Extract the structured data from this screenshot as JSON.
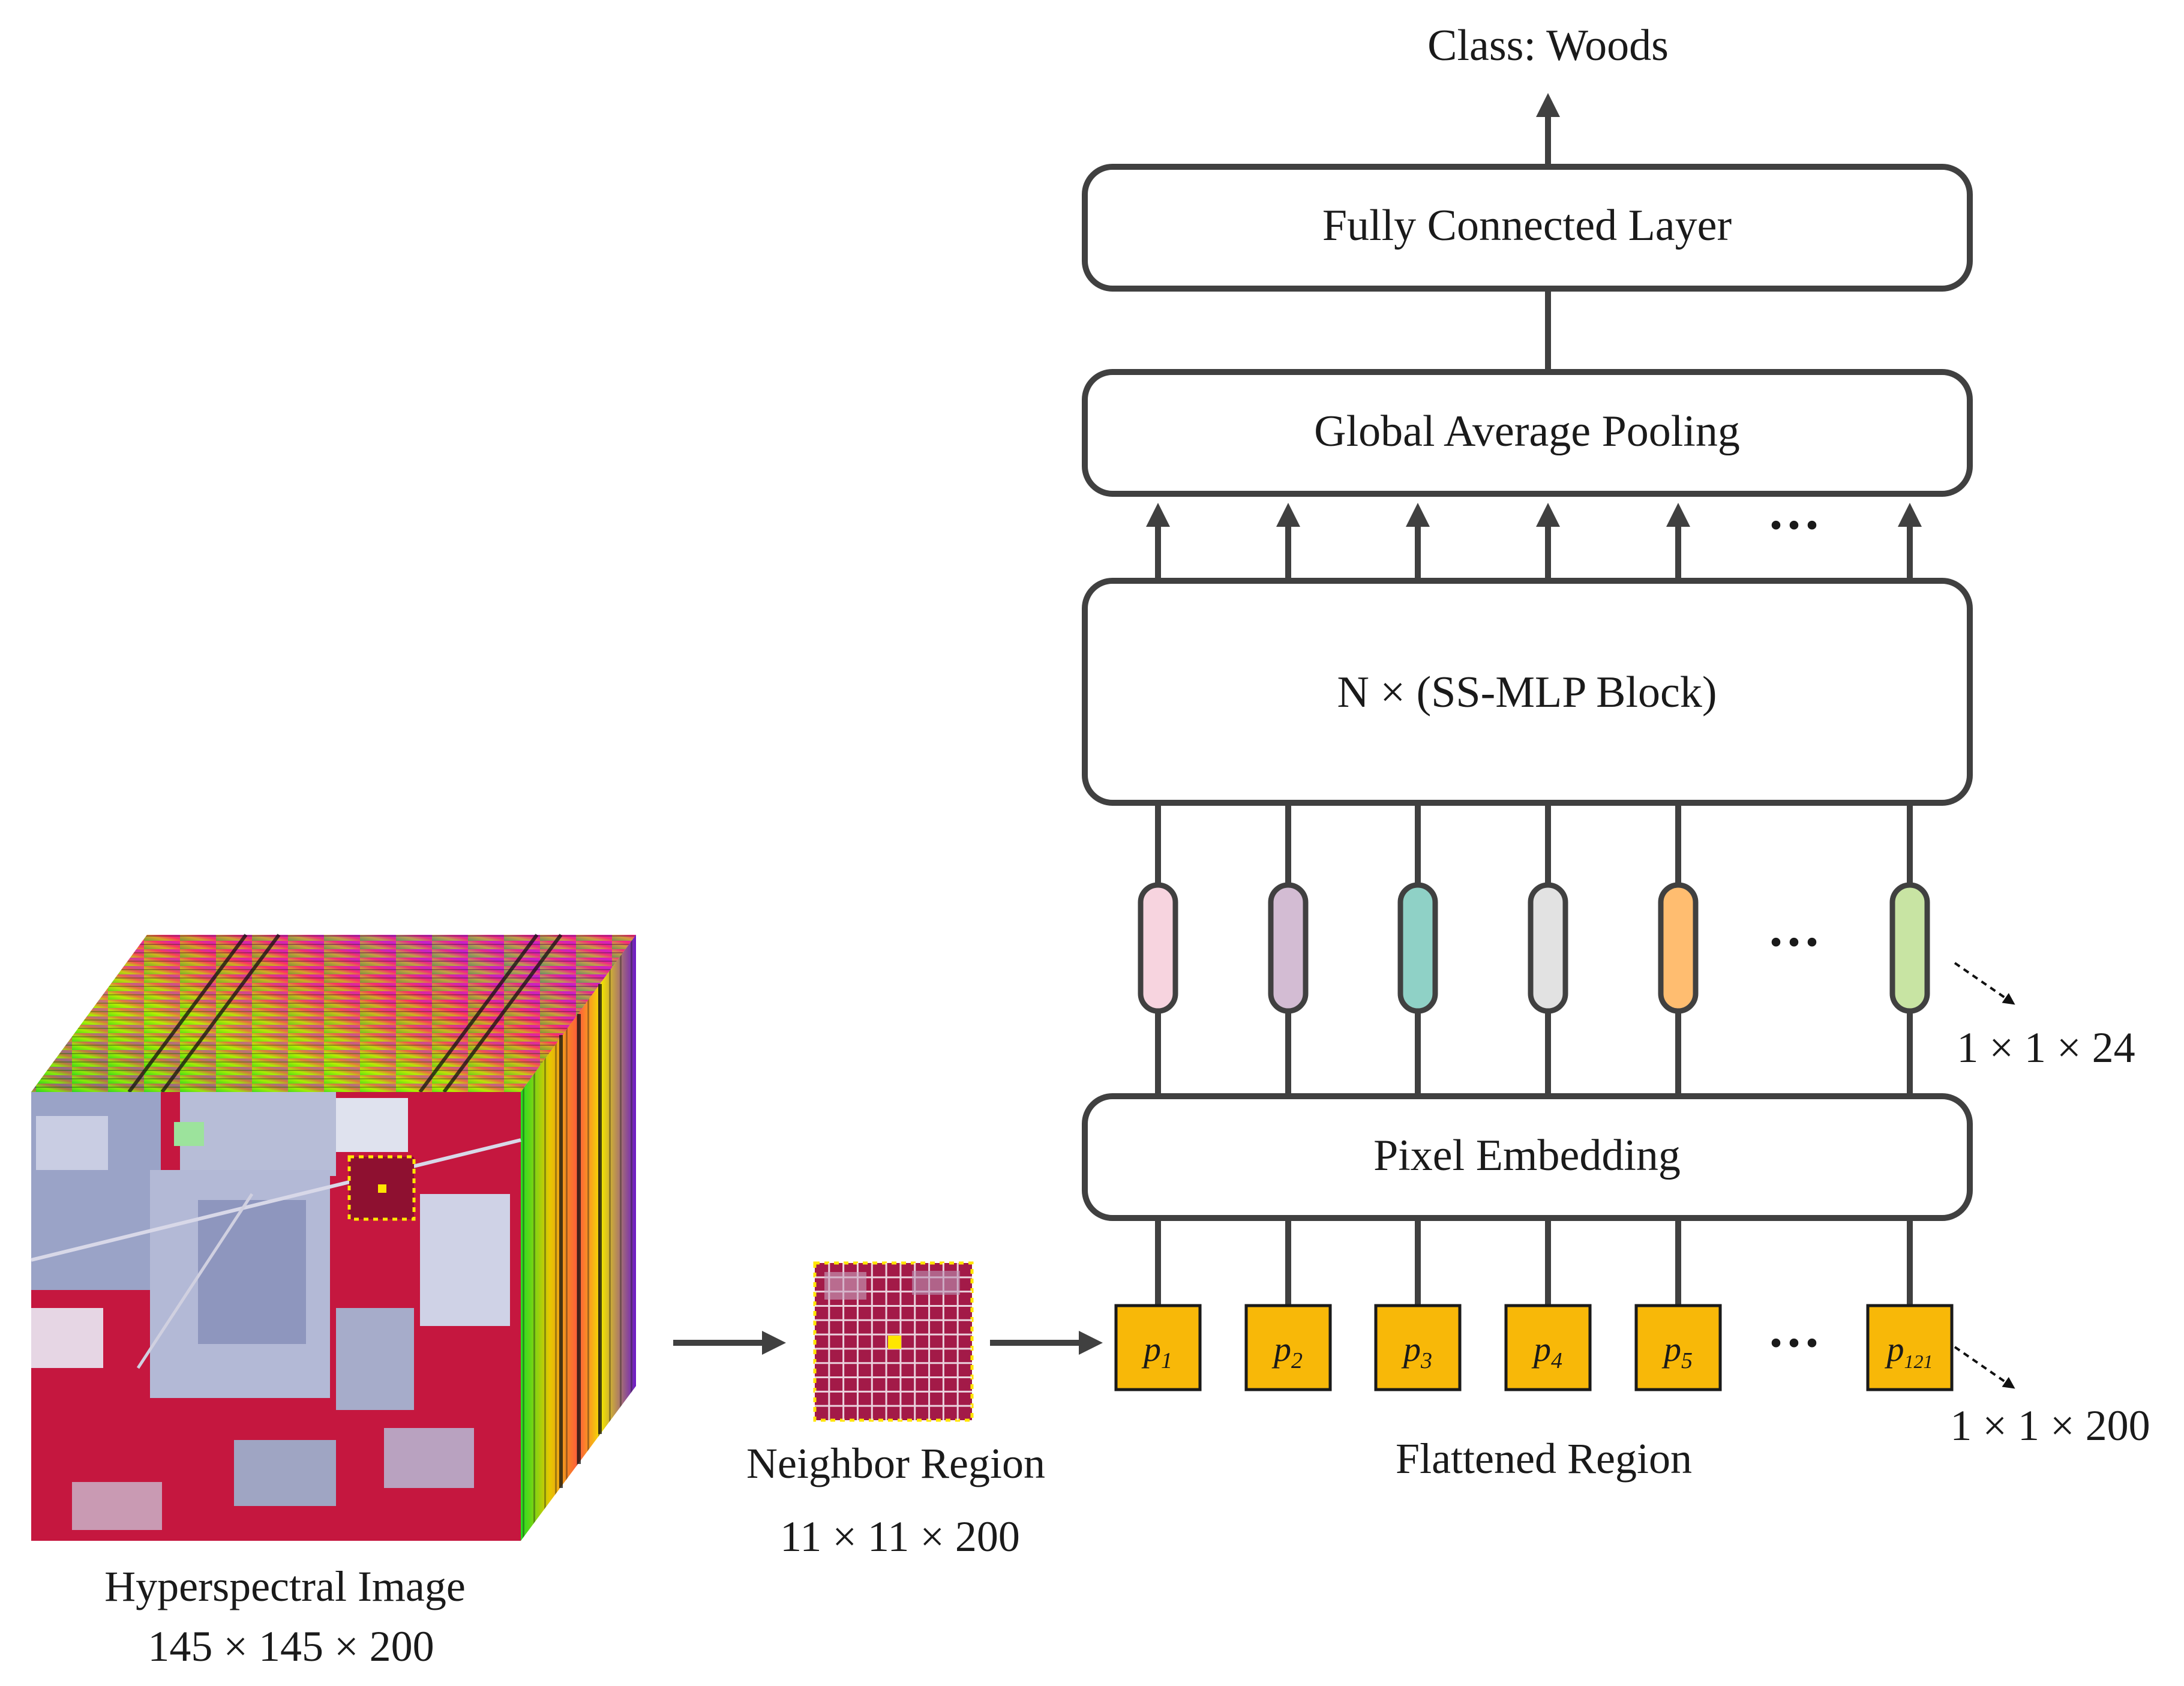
{
  "output": {
    "class_label": "Class: Woods"
  },
  "layers": {
    "fc": "Fully Connected Layer",
    "gap": "Global Average Pooling",
    "blocks": "N × (SS-MLP Block)",
    "embedding": "Pixel Embedding"
  },
  "embedding_dim": "1 × 1 × 24",
  "pixel_dim": "1 × 1 × 200",
  "ellipsis": "···",
  "pixels": [
    {
      "base": "p",
      "sub": "1"
    },
    {
      "base": "p",
      "sub": "2"
    },
    {
      "base": "p",
      "sub": "3"
    },
    {
      "base": "p",
      "sub": "4"
    },
    {
      "base": "p",
      "sub": "5"
    },
    {
      "base": "p",
      "sub": "121"
    }
  ],
  "token_colors": [
    "#f7d4df",
    "#d3bcd3",
    "#8fd1c6",
    "#e2e2e2",
    "#ffbd70",
    "#c8e4a3"
  ],
  "pixel_color": "#f8b808",
  "captions": {
    "hsi_title": "Hyperspectral Image",
    "hsi_dim": "145 × 145 × 200",
    "neighbor_title": "Neighbor Region",
    "neighbor_dim": "11 × 11 × 200",
    "flattened": "Flattened Region"
  }
}
